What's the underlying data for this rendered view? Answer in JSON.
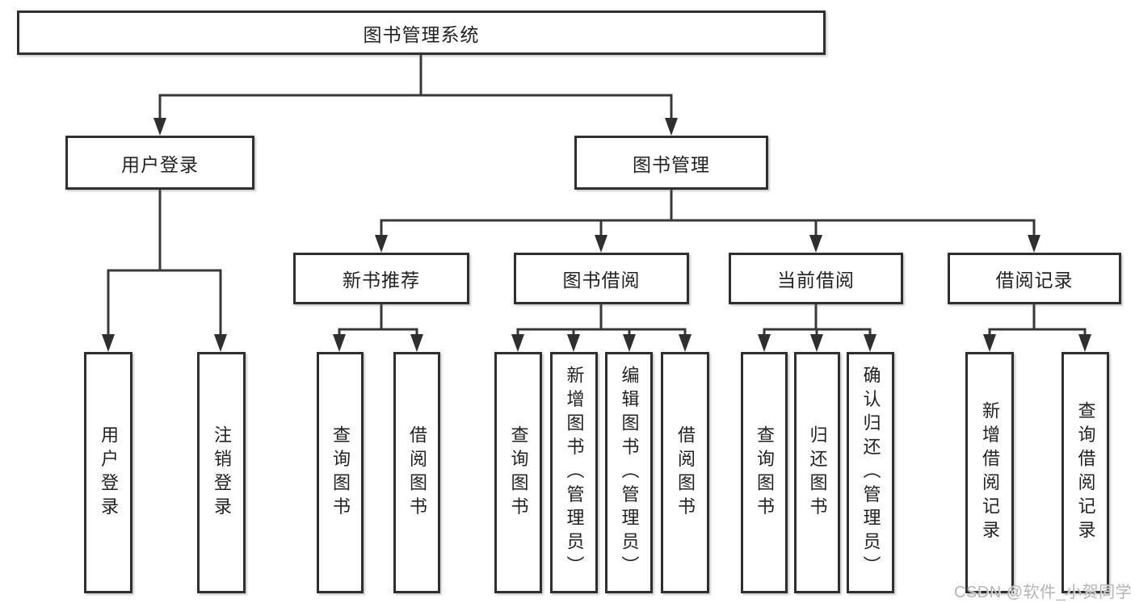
{
  "diagram": {
    "title": "图书管理系统",
    "watermark": "CSDN @软件_小贺同学",
    "colors": {
      "line": "#383838",
      "box_border": "#2f2f2f",
      "text": "#222222",
      "watermark": "#b5b5b5",
      "background": "#ffffff"
    },
    "nodes": {
      "root": {
        "label": "图书管理系统"
      },
      "level2": [
        {
          "label": "用户登录"
        },
        {
          "label": "图书管理"
        }
      ],
      "level3": [
        {
          "label": "新书推荐"
        },
        {
          "label": "图书借阅"
        },
        {
          "label": "当前借阅"
        },
        {
          "label": "借阅记录"
        }
      ],
      "leaves": [
        {
          "label": "用户登录",
          "parent": "用户登录"
        },
        {
          "label": "注销登录",
          "parent": "用户登录"
        },
        {
          "label": "查询图书",
          "parent": "新书推荐"
        },
        {
          "label": "借阅图书",
          "parent": "新书推荐"
        },
        {
          "label": "查询图书",
          "parent": "图书借阅"
        },
        {
          "label": "新增图书（管理员）",
          "parent": "图书借阅"
        },
        {
          "label": "编辑图书（管理员）",
          "parent": "图书借阅"
        },
        {
          "label": "借阅图书",
          "parent": "图书借阅"
        },
        {
          "label": "查询图书",
          "parent": "当前借阅"
        },
        {
          "label": "归还图书",
          "parent": "当前借阅"
        },
        {
          "label": "确认归还（管理员）",
          "parent": "当前借阅"
        },
        {
          "label": "新增借阅记录",
          "parent": "借阅记录"
        },
        {
          "label": "查询借阅记录",
          "parent": "借阅记录"
        }
      ]
    }
  }
}
